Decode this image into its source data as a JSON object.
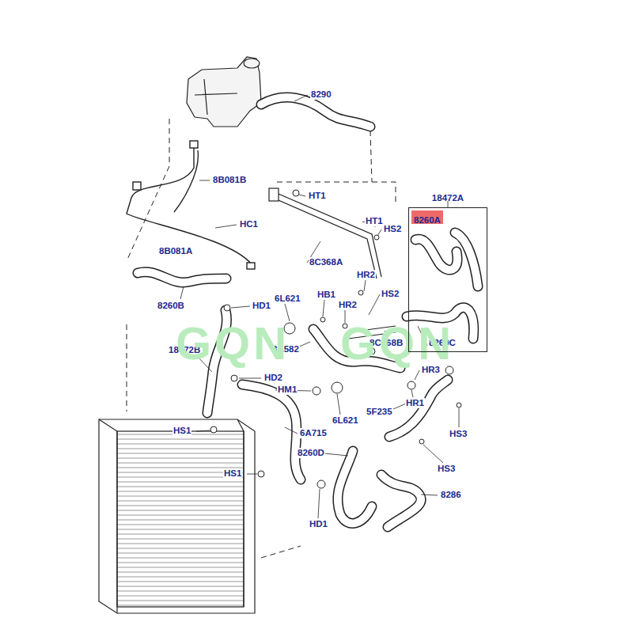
{
  "diagram": {
    "nodes": [
      {
        "text": [
          "18472A"
        ]
      },
      {
        "text": [
          "8260A"
        ],
        "in": 0
      }
    ],
    "labels": [
      "8290",
      "8B081B",
      "HT1",
      "HT1",
      "HS2",
      "HC1",
      "8B081A",
      "8C368A",
      "8260B",
      "HD1",
      "HR2",
      "6L621",
      "HB1",
      "HS2",
      "HR2",
      "18472B",
      "8A582",
      "8C368B",
      "8260C",
      "HR3",
      "HD2",
      "HM1",
      "HR1",
      "5F235",
      "HS1",
      "6A715",
      "HS3",
      "8260D",
      "HS3",
      "HS1",
      "8286",
      "HD1",
      "6L621",
      "GQN",
      "GQN"
    ]
  }
}
